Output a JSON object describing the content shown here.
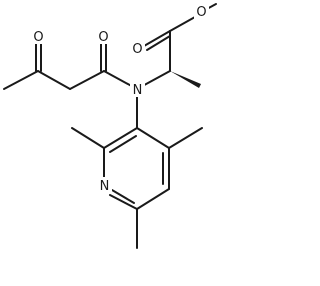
{
  "molecule": {
    "atoms": {
      "o_ketone": "O",
      "o_amide": "O",
      "n_amide": "N",
      "o_carbonyl_ester": "O",
      "o_ether_ester": "O",
      "n_pyridine": "N"
    }
  }
}
